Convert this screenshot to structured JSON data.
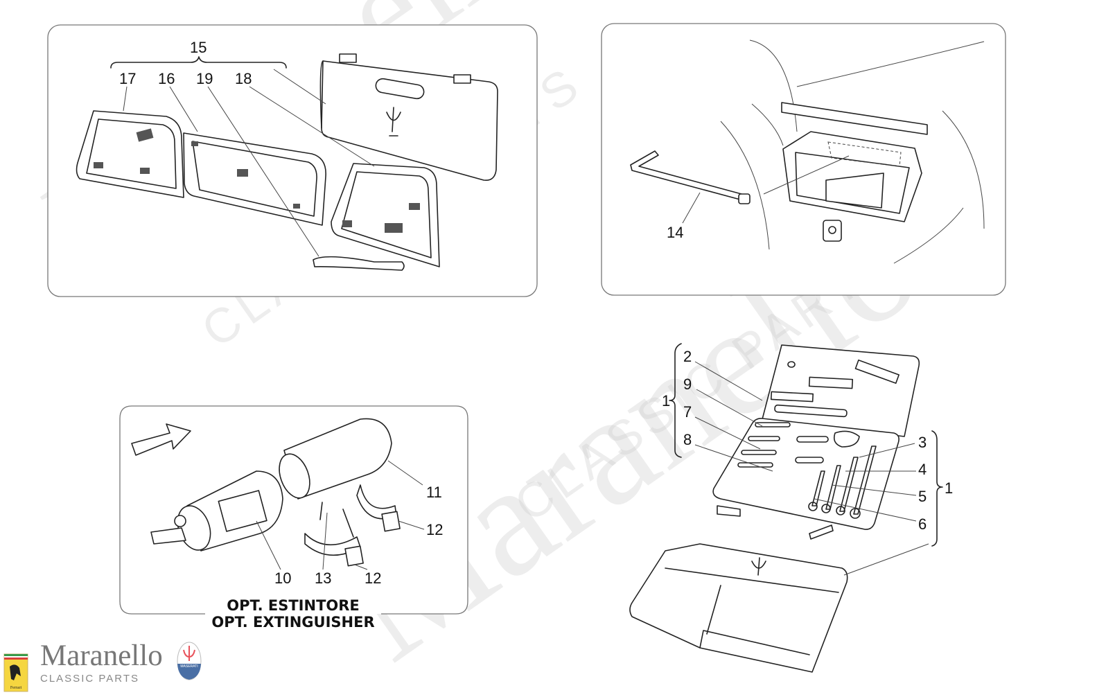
{
  "diagram": {
    "panel_case": {
      "labels": [
        "15",
        "17",
        "16",
        "19",
        "18"
      ]
    },
    "panel_trunk": {
      "labels": [
        "14"
      ]
    },
    "panel_extinguisher": {
      "labels": [
        "11",
        "12",
        "10",
        "13",
        "12"
      ],
      "caption_it": "OPT. ESTINTORE",
      "caption_en": "OPT. EXTINGUISHER"
    },
    "panel_toolkit": {
      "labels": [
        "2",
        "9",
        "7",
        "8",
        "1",
        "3",
        "4",
        "5",
        "6",
        "1"
      ]
    }
  },
  "branding": {
    "name": "Maranello",
    "tagline": "CLASSIC PARTS",
    "ferrari_badge": "Ferrari",
    "maserati_badge": "MASERATI",
    "watermark": "Maranello",
    "watermark_sub": "CLASSIC PARTS",
    "colors": {
      "ferrari_yellow": "#f5d640",
      "maserati_red": "#e8515a",
      "maserati_blue": "#4a6fa5",
      "text_gray": "#777777"
    }
  }
}
